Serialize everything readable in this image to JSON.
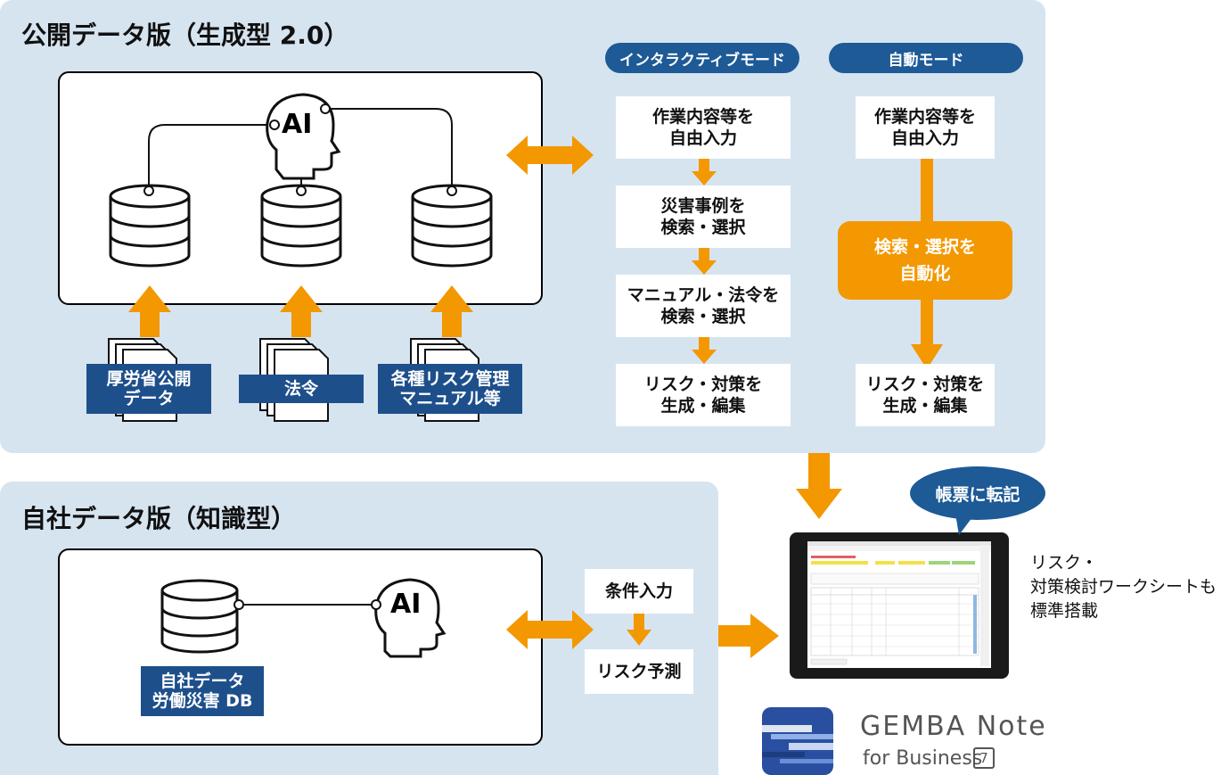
{
  "public_version": {
    "title": "公開データ版（生成型 2.0）",
    "ai_label": "AI",
    "sources": [
      {
        "line1": "厚労省公開",
        "line2": "データ"
      },
      {
        "line1": "法令",
        "line2": ""
      },
      {
        "line1": "各種リスク管理",
        "line2": "マニュアル等"
      }
    ],
    "interactive_mode": {
      "label": "インタラクティブモード",
      "steps": [
        {
          "line1": "作業内容等を",
          "line2": "自由入力"
        },
        {
          "line1": "災害事例を",
          "line2": "検索・選択"
        },
        {
          "line1": "マニュアル・法令を",
          "line2": "検索・選択"
        },
        {
          "line1": "リスク・対策を",
          "line2": "生成・編集"
        }
      ]
    },
    "auto_mode": {
      "label": "自動モード",
      "steps": [
        {
          "line1": "作業内容等を",
          "line2": "自由入力"
        },
        {
          "line1": "検索・選択を",
          "line2": "自動化"
        },
        {
          "line1": "リスク・対策を",
          "line2": "生成・編集"
        }
      ]
    }
  },
  "company_version": {
    "title": "自社データ版（知識型）",
    "ai_label": "AI",
    "db": {
      "line1": "自社データ",
      "line2": "労働災害 DB"
    },
    "steps": [
      "条件入力",
      "リスク予測"
    ]
  },
  "bubble": "帳票に転記",
  "note": [
    "リスク・",
    "対策検討ワークシートも",
    "標準搭載"
  ],
  "brand": {
    "name": "GEMBA Note",
    "sub": "for Business",
    "version": "7"
  },
  "colors": {
    "accent": "#f39800",
    "navy": "#1d4f8b",
    "panel": "#d6e4f0"
  }
}
